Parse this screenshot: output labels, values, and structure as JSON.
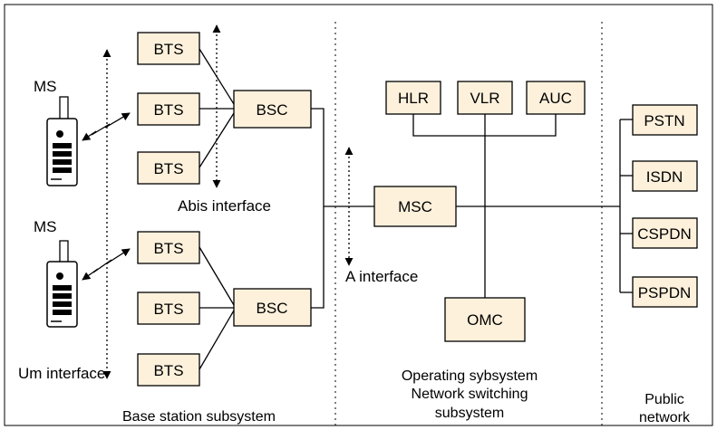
{
  "nodes": {
    "bts": "BTS",
    "bsc": "BSC",
    "msc": "MSC",
    "hlr": "HLR",
    "vlr": "VLR",
    "auc": "AUC",
    "omc": "OMC",
    "pstn": "PSTN",
    "isdn": "ISDN",
    "cspdn": "CSPDN",
    "pspdn": "PSPDN",
    "ms": "MS"
  },
  "interfaces": {
    "abis": "Abis interface",
    "a": "A interface",
    "um": "Um interface"
  },
  "subsystems": {
    "bss": "Base station subsystem",
    "oss": "Operating sybsystem",
    "nss_line1": "Network switching",
    "nss_line2": "subsystem",
    "pub_line1": "Public",
    "pub_line2": "network"
  }
}
